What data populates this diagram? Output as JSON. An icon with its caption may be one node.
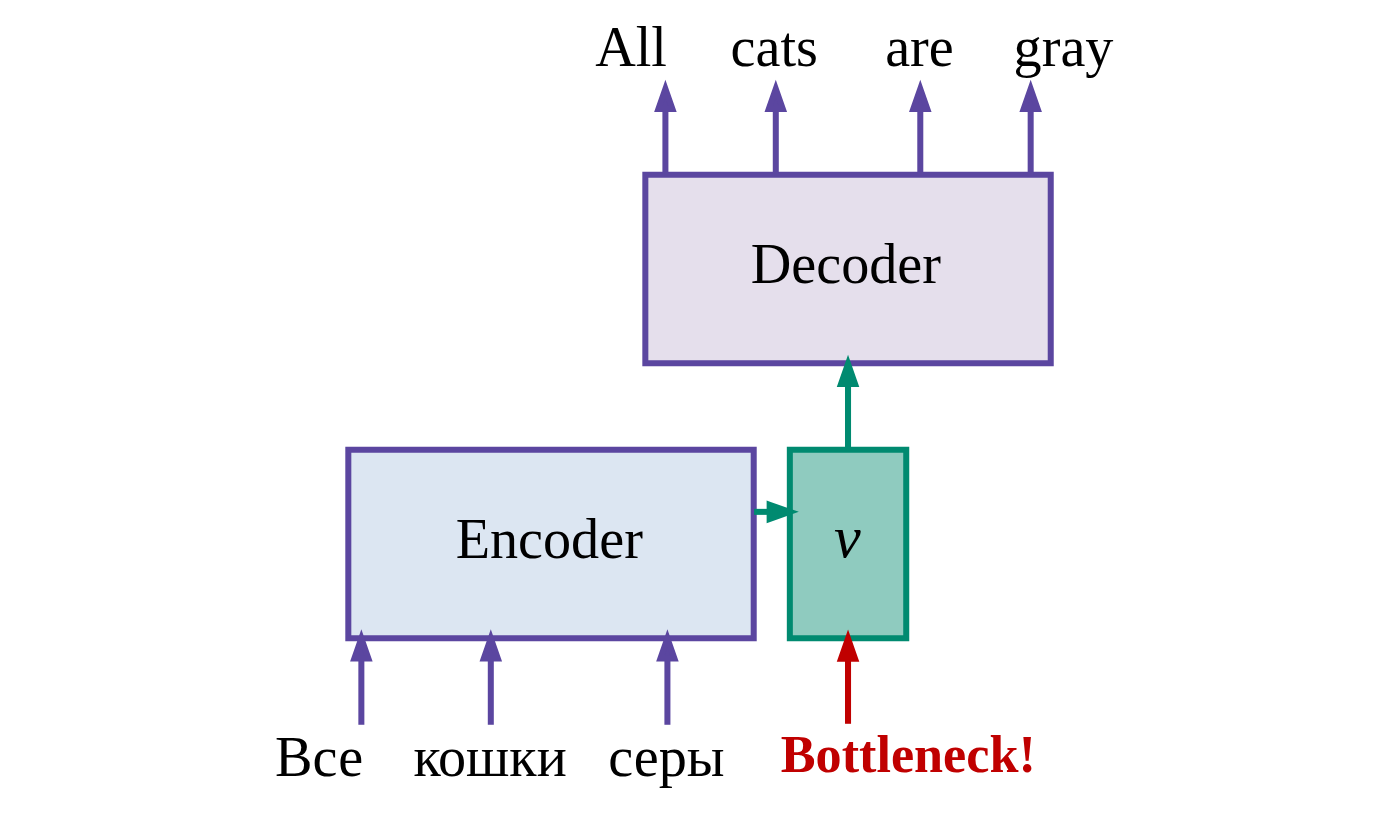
{
  "diagram": {
    "nodes": [
      {
        "text": [
          "Encoder"
        ]
      },
      {
        "text": [
          "v"
        ]
      },
      {
        "text": [
          "Decoder"
        ]
      },
      {
        "text": [
          "Все"
        ]
      },
      {
        "text": [
          "кошки"
        ]
      },
      {
        "text": [
          "серы"
        ]
      },
      {
        "text": [
          "All"
        ]
      },
      {
        "text": [
          "cats"
        ]
      },
      {
        "text": [
          "are"
        ]
      },
      {
        "text": [
          "gray"
        ]
      },
      {
        "text": [
          "Bottleneck!"
        ]
      }
    ],
    "edges": [
      {
        "from": 3,
        "to": 0,
        "arrow": "to"
      },
      {
        "from": 4,
        "to": 0,
        "arrow": "to"
      },
      {
        "from": 5,
        "to": 0,
        "arrow": "to"
      },
      {
        "from": 0,
        "to": 1,
        "arrow": "to",
        "color": "#008a70"
      },
      {
        "from": 1,
        "to": 2,
        "arrow": "to",
        "color": "#008a70"
      },
      {
        "from": 2,
        "to": 6,
        "arrow": "to"
      },
      {
        "from": 2,
        "to": 7,
        "arrow": "to"
      },
      {
        "from": 2,
        "to": 8,
        "arrow": "to"
      },
      {
        "from": 2,
        "to": 9,
        "arrow": "to"
      },
      {
        "from": 10,
        "to": 1,
        "arrow": "to",
        "color": "#c00000"
      }
    ]
  }
}
